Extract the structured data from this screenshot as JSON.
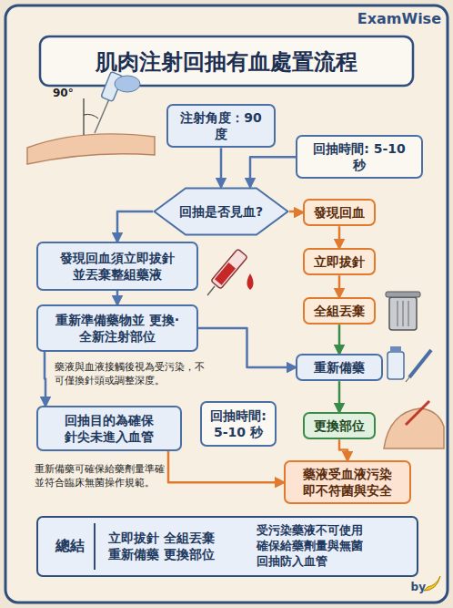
{
  "diagram": {
    "title": "肌肉注射回抽有血處置流程",
    "nodes": [
      {
        "text": [
          "注射角度：90 度"
        ]
      },
      {
        "text": [
          "回抽時間: 5-10 秒"
        ]
      },
      {
        "text": [
          "回抽是否見血?"
        ]
      },
      {
        "text": [
          "發現回血"
        ]
      },
      {
        "text": [
          "發現回血須立即拔針 並丟棄整組藥液"
        ]
      },
      {
        "text": [
          "立即拔針"
        ]
      },
      {
        "text": [
          "全組丟棄"
        ]
      },
      {
        "text": [
          "重新準備藥物並 更換‧全新注射部位"
        ]
      },
      {
        "text": [
          "重新備藥"
        ]
      },
      {
        "text": [
          "回抽目的為確保 針尖未進入血管"
        ]
      },
      {
        "text": [
          "回抽時間: 5-10 秒"
        ]
      },
      {
        "text": [
          "更換部位"
        ]
      },
      {
        "text": [
          "藥液受血液污染 即不符菌與安全"
        ]
      },
      {
        "text": [
          "總結",
          "立即拔針 全組丟棄 重新備藥 更換部位",
          "受污染藥液不可使用 確保給藥劑量與無菌 回抽防入血管"
        ]
      }
    ],
    "edges": [
      {
        "from": 0,
        "to": 2,
        "arrow": "to"
      },
      {
        "from": 1,
        "to": 2,
        "arrow": "to"
      },
      {
        "from": 2,
        "to": 3,
        "arrow": "to"
      },
      {
        "from": 2,
        "to": 4,
        "arrow": "to"
      },
      {
        "from": 3,
        "to": 5,
        "arrow": "to"
      },
      {
        "from": 5,
        "to": 6,
        "arrow": "to"
      },
      {
        "from": 6,
        "to": 8,
        "arrow": "to"
      },
      {
        "from": 8,
        "to": 11,
        "arrow": "to"
      },
      {
        "from": 11,
        "to": 12,
        "arrow": "to"
      },
      {
        "from": 4,
        "to": 7,
        "arrow": "to"
      },
      {
        "from": 7,
        "to": 8,
        "arrow": "to"
      },
      {
        "from": 7,
        "to": 9,
        "arrow": "to"
      },
      {
        "from": 9,
        "to": 12,
        "arrow": "to"
      }
    ],
    "labels": [
      "ExamWise",
      "90°",
      "藥液與血液接觸後視為受污染，不可僅換針頭或調整深度。",
      "重新備藥可確保給藥劑量準確並符合臨床無菌操作規範。",
      "by"
    ]
  }
}
